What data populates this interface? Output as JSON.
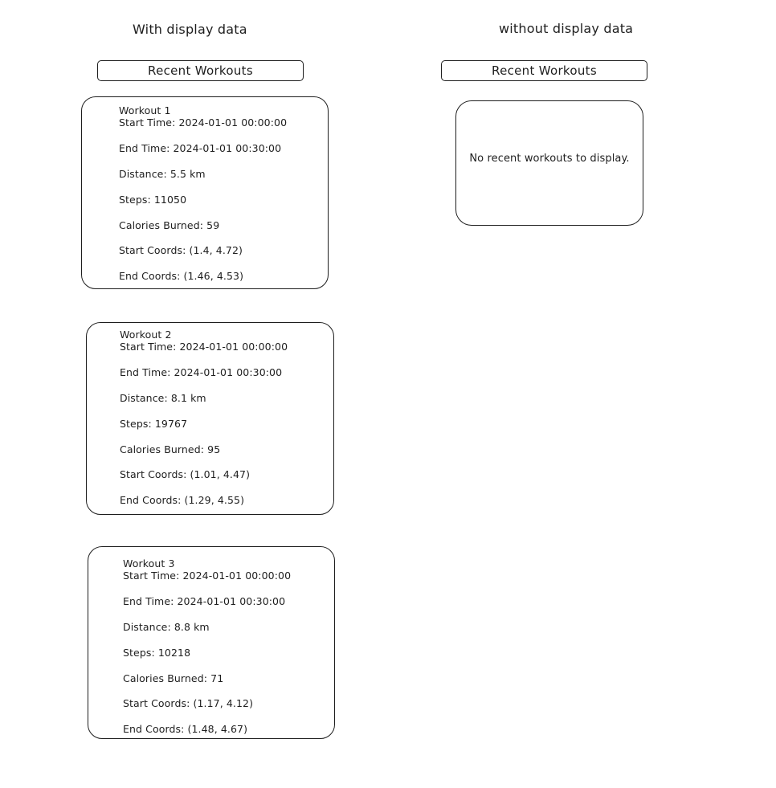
{
  "left": {
    "heading": "With display data",
    "title": "Recent Workouts",
    "workouts": [
      {
        "name": "Workout 1",
        "start_time": "Start Time: 2024-01-01 00:00:00",
        "end_time": "End Time: 2024-01-01 00:30:00",
        "distance": "Distance: 5.5 km",
        "steps": "Steps: 11050",
        "calories": "Calories Burned: 59",
        "start_coords": "Start Coords: (1.4, 4.72)",
        "end_coords": "End Coords: (1.46, 4.53)"
      },
      {
        "name": "Workout 2",
        "start_time": "Start Time: 2024-01-01 00:00:00",
        "end_time": "End Time: 2024-01-01 00:30:00",
        "distance": "Distance: 8.1 km",
        "steps": "Steps: 19767",
        "calories": "Calories Burned: 95",
        "start_coords": "Start Coords: (1.01, 4.47)",
        "end_coords": "End Coords: (1.29, 4.55)"
      },
      {
        "name": "Workout 3",
        "start_time": "Start Time: 2024-01-01 00:00:00",
        "end_time": "End Time: 2024-01-01 00:30:00",
        "distance": "Distance: 8.8 km",
        "steps": "Steps: 10218",
        "calories": "Calories Burned: 71",
        "start_coords": "Start Coords: (1.17, 4.12)",
        "end_coords": "End Coords: (1.48, 4.67)"
      }
    ]
  },
  "right": {
    "heading": "without display data",
    "title": "Recent Workouts",
    "empty_message": "No recent workouts to display."
  }
}
